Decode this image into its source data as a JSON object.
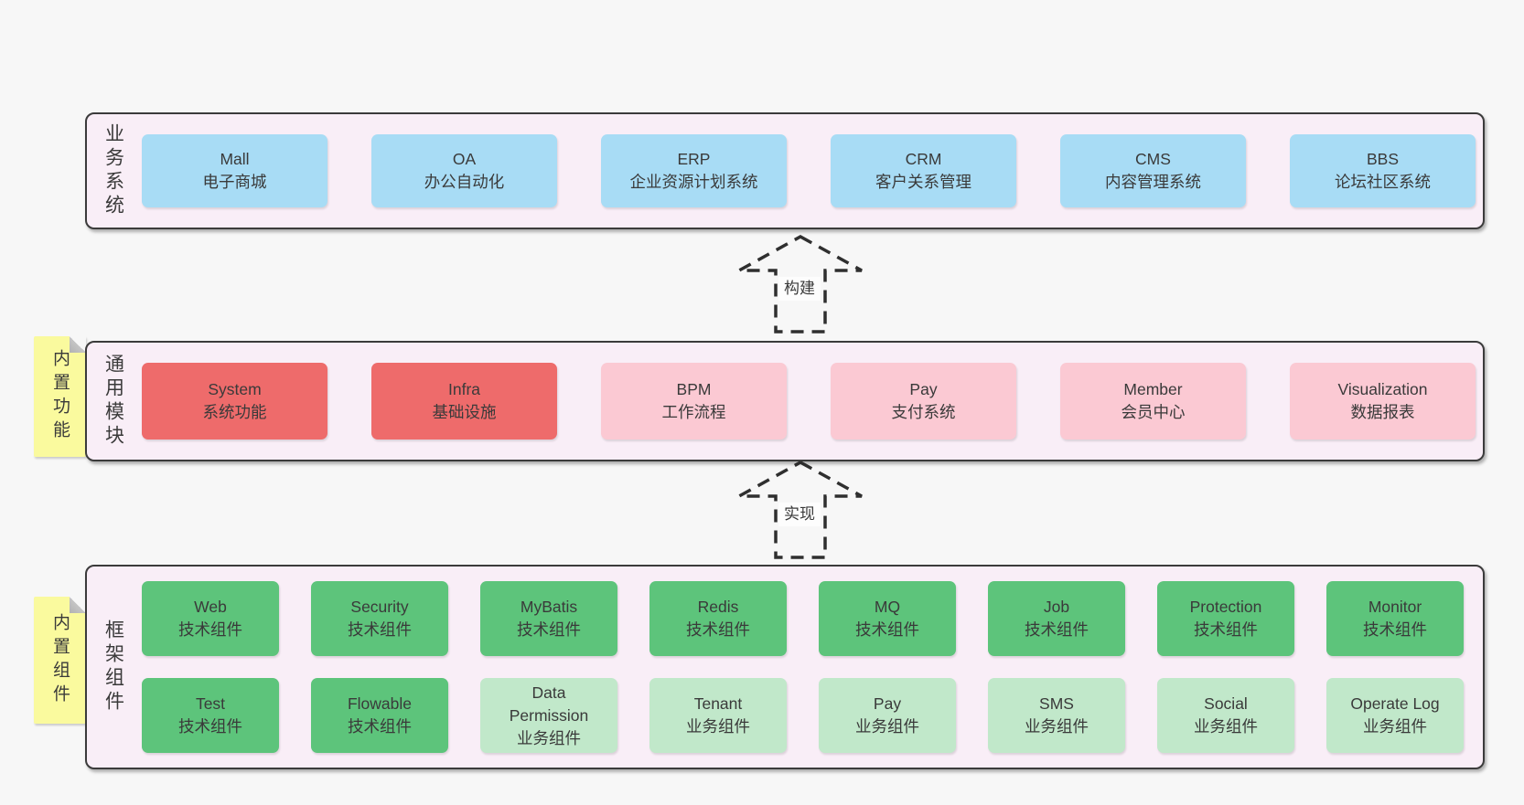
{
  "colors": {
    "page-bg": "#f7f7f7",
    "panel-bg": "#f9eef7",
    "panel-border": "#3b3b3b",
    "blue": "#a8dcf5",
    "red": "#ee6b6b",
    "pink": "#fbc9d3",
    "green": "#5dc47b",
    "green-light": "#c1e8ca",
    "tab": "#fafa9e",
    "fold": "#c5c5c5",
    "text": "#3a3a3a",
    "arrow": "#2f2f2f",
    "label-bg": "#fdfdfd"
  },
  "business": {
    "label": "业务系统",
    "items": [
      {
        "en": "Mall",
        "zh": "电子商城",
        "tone": "blue"
      },
      {
        "en": "OA",
        "zh": "办公自动化",
        "tone": "blue"
      },
      {
        "en": "ERP",
        "zh": "企业资源计划系统",
        "tone": "blue"
      },
      {
        "en": "CRM",
        "zh": "客户关系管理",
        "tone": "blue"
      },
      {
        "en": "CMS",
        "zh": "内容管理系统",
        "tone": "blue"
      },
      {
        "en": "BBS",
        "zh": "论坛社区系统",
        "tone": "blue"
      }
    ]
  },
  "build_arrow": {
    "label": "构建"
  },
  "modules": {
    "tab": "内置功能",
    "label": "通用模块",
    "items": [
      {
        "en": "System",
        "zh": "系统功能",
        "tone": "red"
      },
      {
        "en": "Infra",
        "zh": "基础设施",
        "tone": "red"
      },
      {
        "en": "BPM",
        "zh": "工作流程",
        "tone": "pink"
      },
      {
        "en": "Pay",
        "zh": "支付系统",
        "tone": "pink"
      },
      {
        "en": "Member",
        "zh": "会员中心",
        "tone": "pink"
      },
      {
        "en": "Visualization",
        "zh": "数据报表",
        "tone": "pink"
      }
    ]
  },
  "implement_arrow": {
    "label": "实现"
  },
  "framework": {
    "tab": "内置组件",
    "label": "框架组件",
    "row1": [
      {
        "en": "Web",
        "zh": "技术组件",
        "tone": "green"
      },
      {
        "en": "Security",
        "zh": "技术组件",
        "tone": "green"
      },
      {
        "en": "MyBatis",
        "zh": "技术组件",
        "tone": "green"
      },
      {
        "en": "Redis",
        "zh": "技术组件",
        "tone": "green"
      },
      {
        "en": "MQ",
        "zh": "技术组件",
        "tone": "green"
      },
      {
        "en": "Job",
        "zh": "技术组件",
        "tone": "green"
      },
      {
        "en": "Protection",
        "zh": "技术组件",
        "tone": "green"
      },
      {
        "en": "Monitor",
        "zh": "技术组件",
        "tone": "green"
      }
    ],
    "row2": [
      {
        "en": "Test",
        "zh": "技术组件",
        "tone": "green"
      },
      {
        "en": "Flowable",
        "zh": "技术组件",
        "tone": "green"
      },
      {
        "en": "Data Permission",
        "zh": "业务组件",
        "tone": "green-light"
      },
      {
        "en": "Tenant",
        "zh": "业务组件",
        "tone": "green-light"
      },
      {
        "en": "Pay",
        "zh": "业务组件",
        "tone": "green-light"
      },
      {
        "en": "SMS",
        "zh": "业务组件",
        "tone": "green-light"
      },
      {
        "en": "Social",
        "zh": "业务组件",
        "tone": "green-light"
      },
      {
        "en": "Operate Log",
        "zh": "业务组件",
        "tone": "green-light"
      }
    ]
  }
}
